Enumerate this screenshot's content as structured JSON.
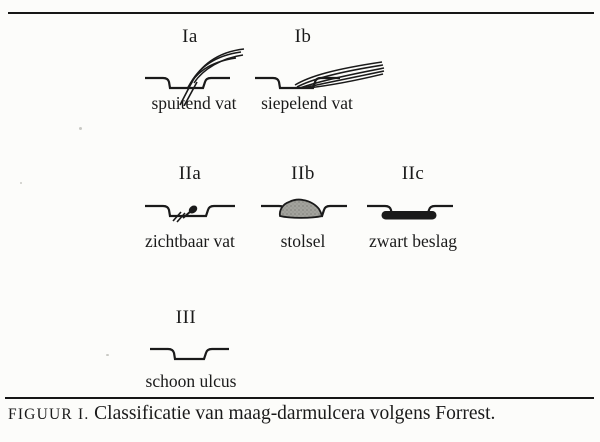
{
  "figure": {
    "classes": [
      {
        "id": "Ia",
        "label": "spuitend vat",
        "icon": "ulcer-crater-spurting-jet"
      },
      {
        "id": "Ib",
        "label": "siepelend vat",
        "icon": "ulcer-crater-oozing-flow"
      },
      {
        "id": "IIa",
        "label": "zichtbaar vat",
        "icon": "ulcer-crater-visible-vessel"
      },
      {
        "id": "IIb",
        "label": "stolsel",
        "icon": "ulcer-crater-gray-clot"
      },
      {
        "id": "IIc",
        "label": "zwart beslag",
        "icon": "ulcer-crater-black-coating"
      },
      {
        "id": "III",
        "label": "schoon ulcus",
        "icon": "ulcer-crater-clean"
      }
    ],
    "caption": {
      "prefix": "FIGUUR I.",
      "text": "Classificatie van maag-darmulcera volgens Forrest."
    },
    "colors": {
      "ink": "#1a1a1a",
      "paper": "#fcfcfa",
      "clot_gray": "#a3a39d"
    }
  }
}
